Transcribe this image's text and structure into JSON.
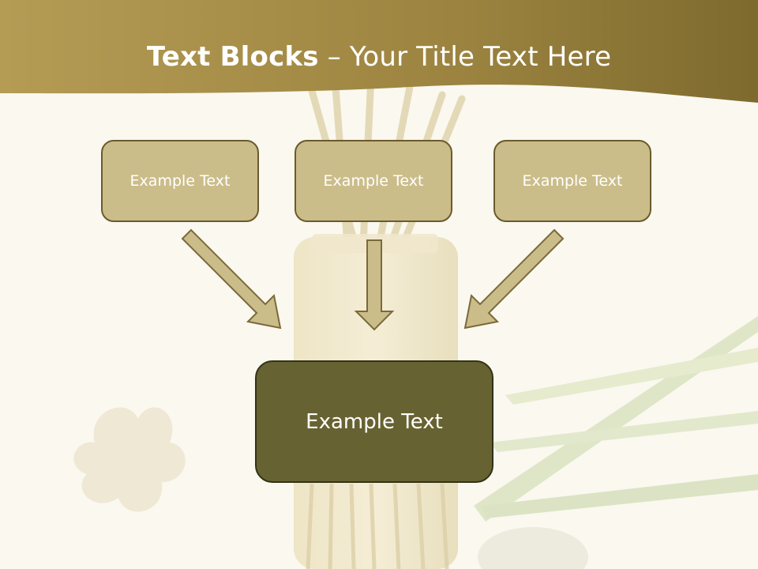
{
  "title": {
    "bold": "Text Blocks",
    "rest": " – Your Title Text Here"
  },
  "blocks": {
    "top_left": "Example Text",
    "top_center": "Example Text",
    "top_right": "Example Text",
    "center": "Example Text"
  },
  "colors": {
    "header_band": "#a8924a",
    "small_box_fill": "#cbbd8a",
    "small_box_border": "#6b5a2c",
    "center_box_fill": "#676231",
    "arrow_fill": "#cbbd8a",
    "arrow_stroke": "#7a6a3a"
  }
}
